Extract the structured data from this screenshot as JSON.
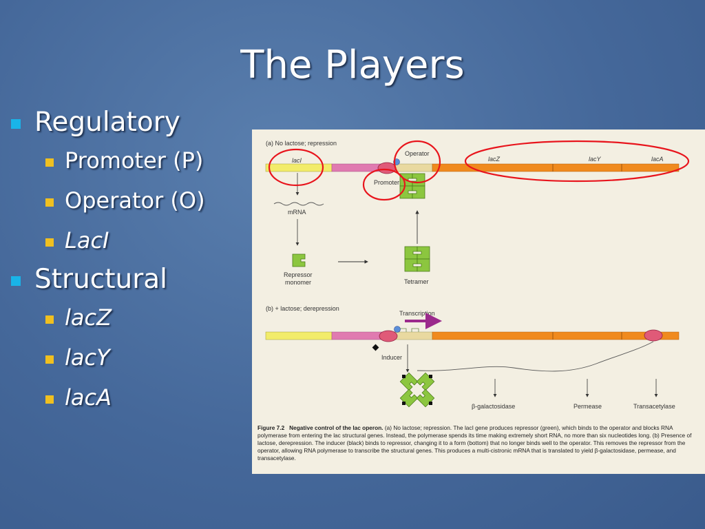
{
  "slide": {
    "title": "The Players"
  },
  "bullets": {
    "regulatory": "Regulatory",
    "promoter": "Promoter (P)",
    "operator": "Operator (O)",
    "laci": "LacI",
    "structural": "Structural",
    "lacz": "lacZ",
    "lacy": "lacY",
    "laca": "lacA"
  },
  "figure": {
    "panel_a_label": "(a) No lactose; repression",
    "panel_b_label": "(b) + lactose; derepression",
    "laci": "lacI",
    "lacz": "lacZ",
    "lacy": "lacY",
    "laca": "lacA",
    "operator": "Operator",
    "promoter": "Promoter",
    "mrna": "mRNA",
    "repressor_1": "Repressor",
    "repressor_2": "monomer",
    "tetramer": "Tetramer",
    "transcription": "Transcription",
    "inducer": "Inducer",
    "bgal": "β-galactosidase",
    "permease": "Permease",
    "transacetylase": "Transacetylase",
    "caption_label": "Figure 7.2",
    "caption_title": "Negative control of the lac operon.",
    "caption_body": "(a) No lactose; repression. The lacI gene produces repressor (green), which binds to the operator and blocks RNA polymerase from entering the lac structural genes. Instead, the polymerase spends its time making extremely short RNA, no more than six nucleotides long. (b) Presence of lactose, derepression. The inducer (black) binds to repressor, changing it to a form (bottom) that no longer binds well to the operator. This removes the repressor from the operator, allowing RNA polymerase to transcribe the structural genes. This produces a multi-cistronic mRNA that is translated to yield β-galactosidase, permease, and transacetylase."
  },
  "colors": {
    "bullet_l1": "#19b4e8",
    "bullet_l2": "#f0c020",
    "laci_gene": "#f2ec6a",
    "promoter_region": "#e07ab0",
    "structural_genes": "#f08a1e",
    "repressor": "#8cc63f",
    "highlight": "#e8141c"
  }
}
